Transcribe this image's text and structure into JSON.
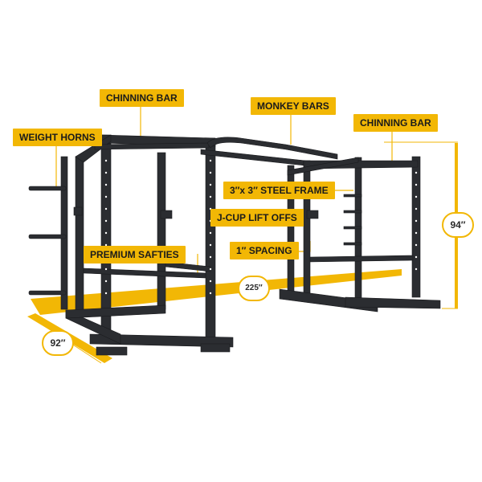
{
  "labels": {
    "chinning_bar_left": "CHINNING BAR",
    "monkey_bars": "MONKEY BARS",
    "chinning_bar_right": "CHINNING BAR",
    "weight_horns": "WEIGHT HORNS",
    "steel_frame": "3″x 3″ STEEL FRAME",
    "jcup_lift_offs": "J-CUP LIFT OFFS",
    "spacing": "1″ SPACING",
    "premium_safties": "PREMIUM SAFTIES"
  },
  "dimensions": {
    "height": "94″",
    "length": "225″",
    "depth": "92″"
  },
  "colors": {
    "accent": "#f2b705",
    "steel": "#2b2d31",
    "steel_dark": "#1a1b1e",
    "hole": "#ffffff"
  }
}
